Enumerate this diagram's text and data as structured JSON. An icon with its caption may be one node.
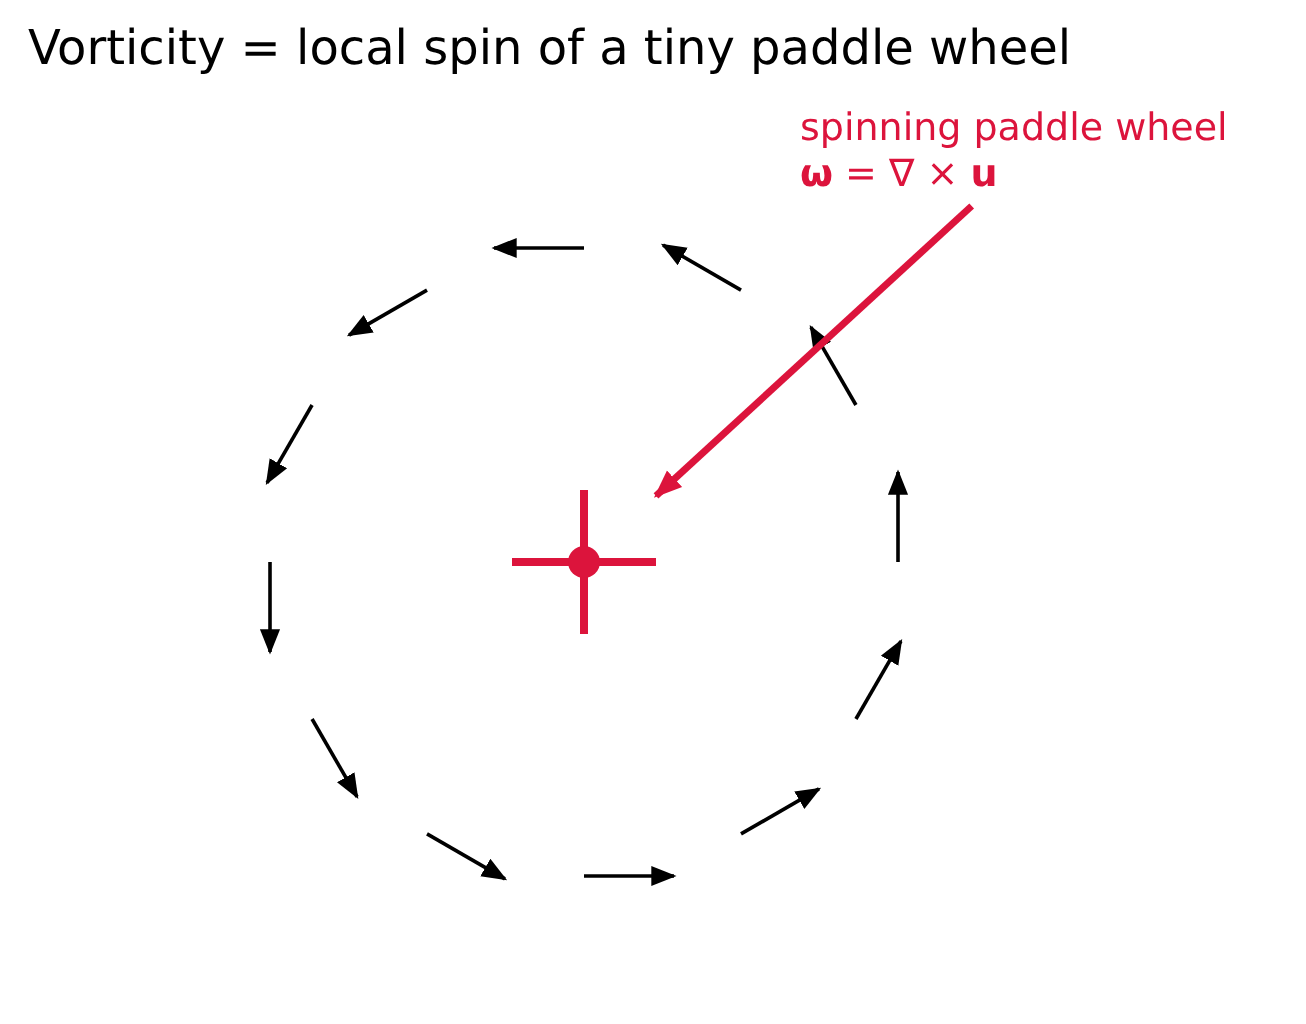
{
  "diagram": {
    "title": "Vorticity = local spin of a tiny paddle wheel",
    "nodes": [
      {
        "text": [
          "spinning paddle wheel",
          "**ω** = ∇ × **u**"
        ]
      },
      {
        "text": [],
        "shape": "cross"
      }
    ],
    "edges": [
      {
        "from": 0,
        "to": 1,
        "arrow": "to",
        "color": "#dc143c"
      }
    ]
  }
}
